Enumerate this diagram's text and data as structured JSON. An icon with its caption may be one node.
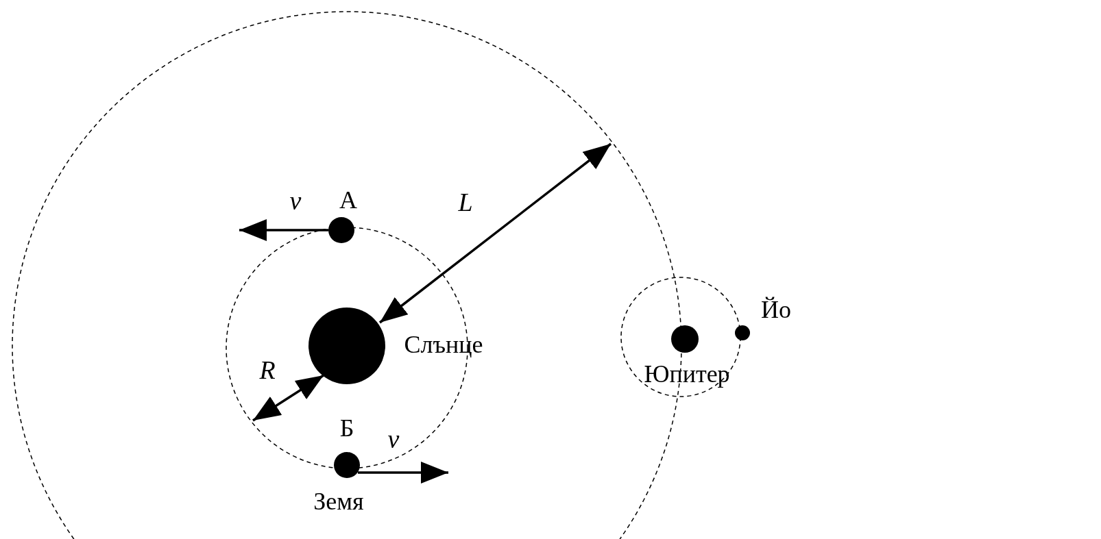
{
  "diagram": {
    "nodes": [
      {
        "text": [],
        "shape": "circle",
        "beside": [
          "Слънце"
        ]
      },
      {
        "text": [],
        "shape": "circle",
        "beside": [
          "А"
        ]
      },
      {
        "text": [],
        "shape": "circle",
        "beside": [
          "Б",
          "Земя"
        ]
      },
      {
        "text": [],
        "shape": "circle",
        "beside": [
          "Юпитер"
        ]
      },
      {
        "text": [],
        "shape": "circle",
        "beside": [
          "Йо"
        ]
      }
    ],
    "labels": [
      "v",
      "L",
      "R",
      "v"
    ]
  }
}
